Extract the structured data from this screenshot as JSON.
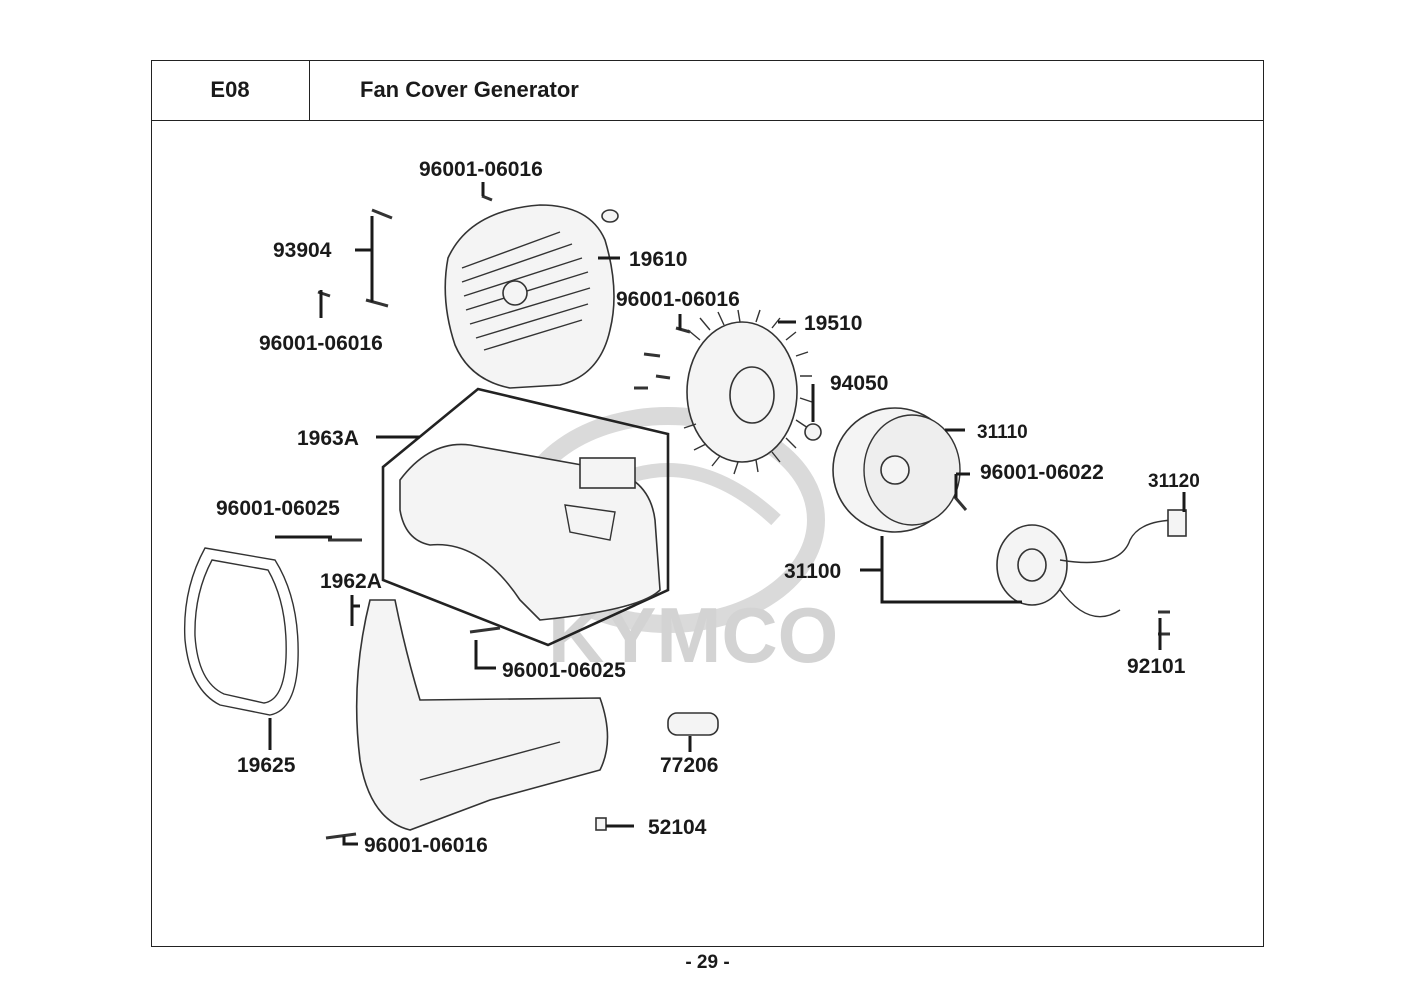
{
  "header": {
    "code": "E08",
    "title": "Fan Cover  Generator"
  },
  "footer": {
    "page": "- 29 -"
  },
  "watermark": {
    "text": "KYMCO"
  },
  "callouts": {
    "c_96001_06016_top": "96001-06016",
    "c_93904": "93904",
    "c_96001_06016_left": "96001-06016",
    "c_19610": "19610",
    "c_96001_06016_mid": "96001-06016",
    "c_19510": "19510",
    "c_94050": "94050",
    "c_1963A": "1963A",
    "c_31110": "31110",
    "c_96001_06022": "96001-06022",
    "c_31120": "31120",
    "c_96001_06025_left": "96001-06025",
    "c_31100": "31100",
    "c_1962A": "1962A",
    "c_96001_06025_mid": "96001-06025",
    "c_92101": "92101",
    "c_19625": "19625",
    "c_77206": "77206",
    "c_52104": "52104",
    "c_96001_06016_bottom": "96001-06016"
  }
}
